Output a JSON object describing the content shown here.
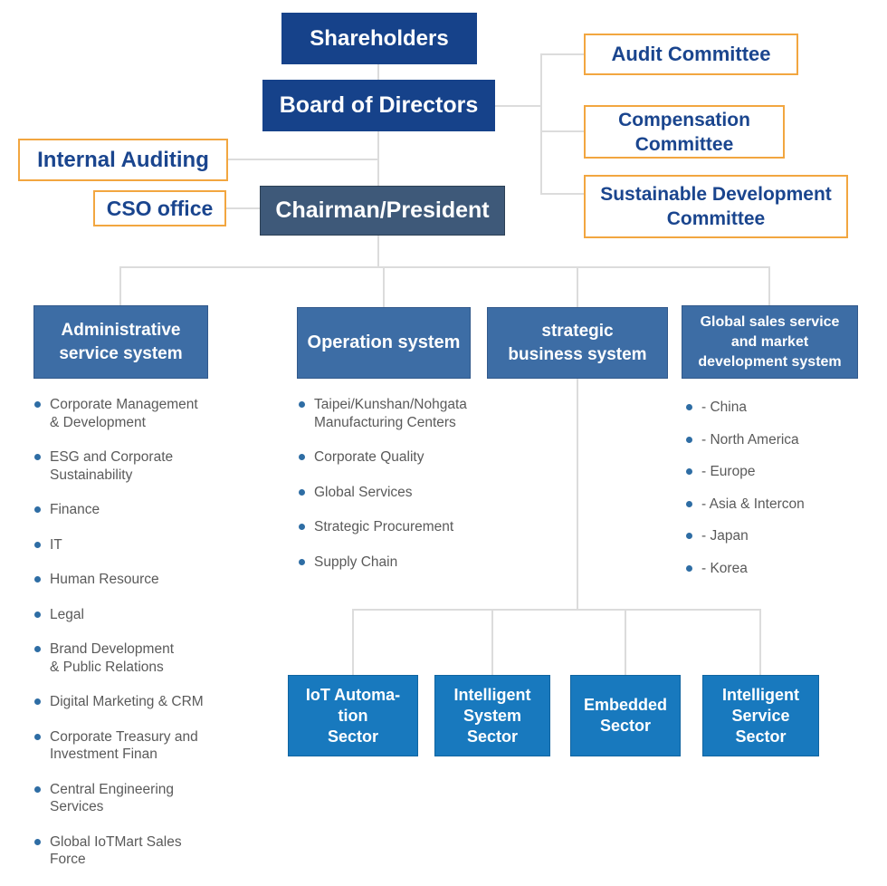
{
  "colors": {
    "navy": "#16428A",
    "slate_blue": "#3E5979",
    "medium_blue": "#3D6DA5",
    "bright_blue": "#1879BE",
    "orange_border": "#F2A640",
    "navy_text": "#1A458E",
    "list_text": "#5A5A5A",
    "bullet_blue": "#2E6DA4",
    "connector_gray": "#DCDCDC"
  },
  "nodes": {
    "shareholders": "Shareholders",
    "board_of_directors": "Board of Directors",
    "chairman": "Chairman/President",
    "internal_auditing": "Internal Auditing",
    "cso_office": "CSO office"
  },
  "committees": [
    "Audit Committee",
    "Compensation\nCommittee",
    "Sustainable Development\nCommittee"
  ],
  "systems": [
    {
      "title": "Administrative\nservice system",
      "items": [
        "Corporate Management\n& Development",
        "ESG and Corporate\nSustainability",
        "Finance",
        "IT",
        "Human Resource",
        "Legal",
        "Brand Development\n& Public Relations",
        "Digital Marketing & CRM",
        "Corporate Treasury and\nInvestment Finan",
        "Central Engineering\nServices",
        "Global IoTMart Sales\nForce"
      ]
    },
    {
      "title": "Operation system",
      "items": [
        "Taipei/Kunshan/Nohgata\nManufacturing Centers",
        "Corporate Quality",
        "Global Services",
        "Strategic Procurement",
        "Supply Chain"
      ]
    },
    {
      "title": "strategic\nbusiness system",
      "items": []
    },
    {
      "title": "Global sales service\nand market\ndevelopment system",
      "items": [
        "- China",
        "- North America",
        "- Europe",
        "- Asia & Intercon",
        "- Japan",
        "- Korea"
      ]
    }
  ],
  "sectors": [
    "IoT Automa-\ntion\nSector",
    "Intelligent\nSystem\nSector",
    "Embedded\nSector",
    "Intelligent\nService\nSector"
  ]
}
